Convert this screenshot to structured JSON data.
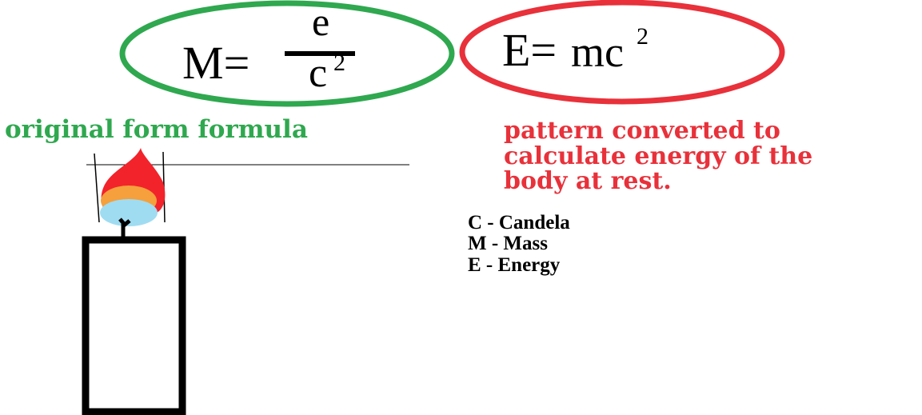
{
  "colors": {
    "green": "#2fa84f",
    "red": "#e8313a",
    "black": "#000000",
    "flame_red": "#f2232b",
    "flame_orange": "#f5a03c",
    "flame_blue": "#9fdcf2"
  },
  "formula_original": {
    "lhs": "M=",
    "numerator": "e",
    "denominator_base": "c",
    "denominator_exp": "2"
  },
  "formula_converted": {
    "lhs": "E=",
    "rhs_base": "mc",
    "rhs_exp": "2"
  },
  "caption_original": "original form formula",
  "caption_converted": [
    "pattern converted to",
    "calculate energy of the",
    "body at rest."
  ],
  "legend": [
    "C - Candela",
    "M - Mass",
    "E - Energy"
  ]
}
